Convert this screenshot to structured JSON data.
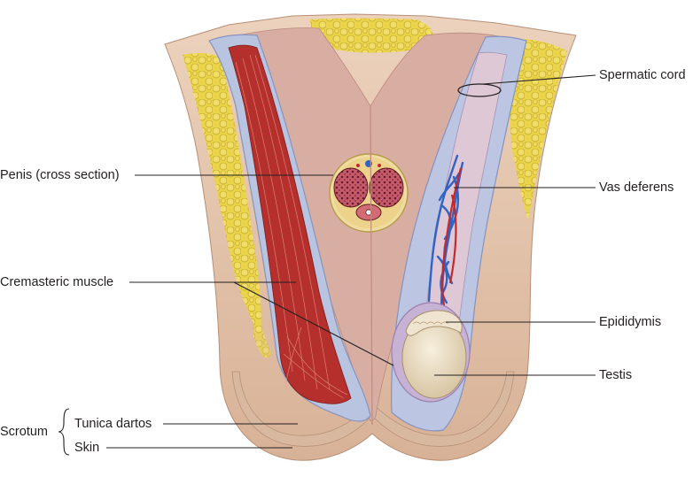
{
  "labels": {
    "spermatic_cord": "Spermatic cord",
    "vas_deferens": "Vas deferens",
    "epididymis": "Epididymis",
    "testis": "Testis",
    "penis": "Penis (cross section)",
    "cremasteric": "Cremasteric muscle",
    "scrotum": "Scrotum",
    "tunica_dartos": "Tunica dartos",
    "skin": "Skin"
  },
  "colors": {
    "skin": "#e6c6ae",
    "fat": "#e7d14a",
    "fat_dark": "#c9ad2c",
    "muscle": "#b5302d",
    "fascia": "#b8c3df",
    "tissue": "#dcaea4",
    "vein": "#2f63c4",
    "testis": "#efe2c9",
    "leader": "#231f20"
  }
}
